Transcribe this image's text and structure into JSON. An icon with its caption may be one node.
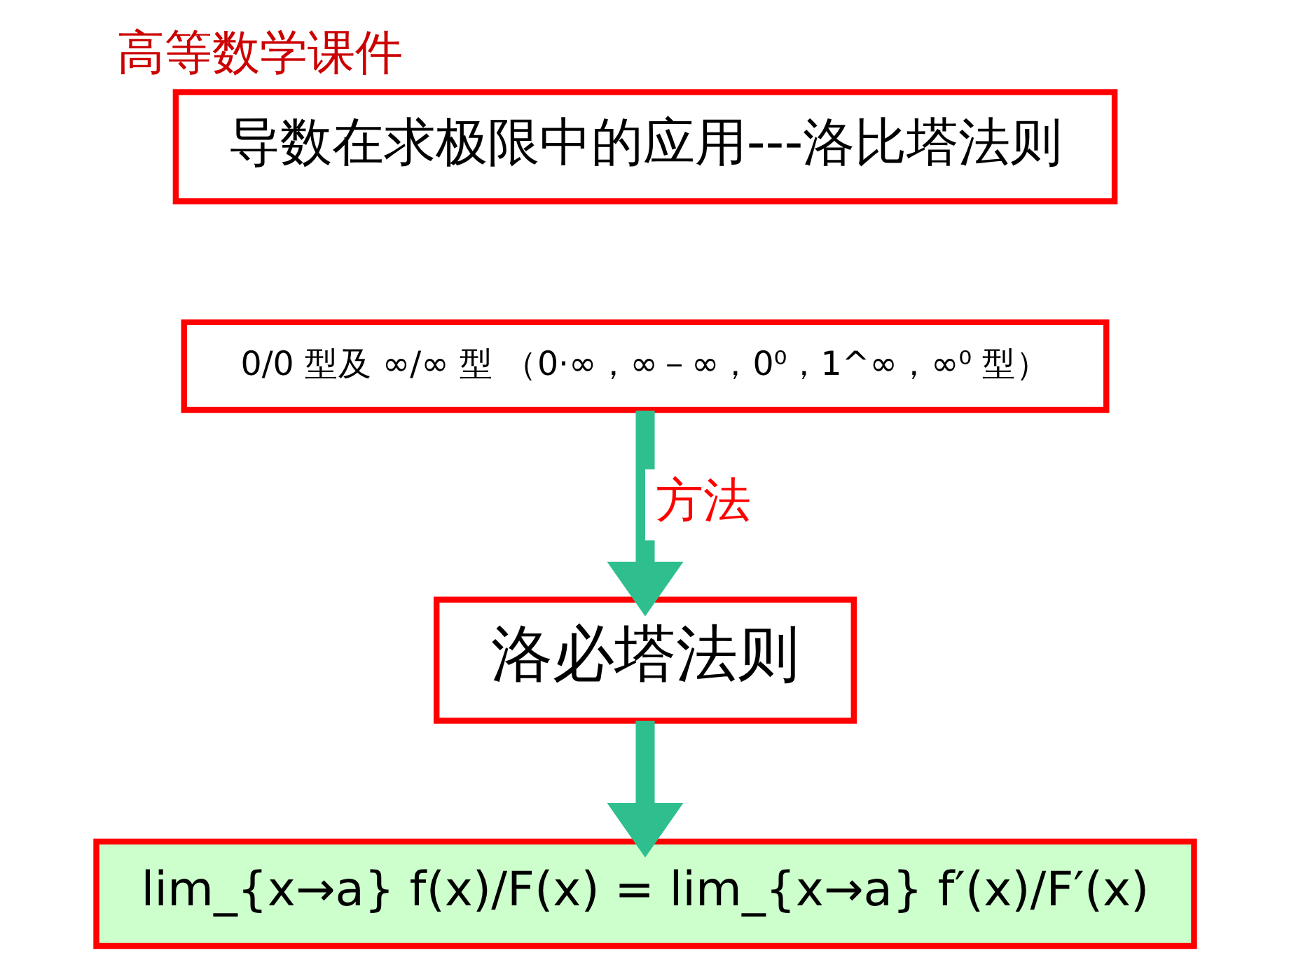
{
  "diagram": {
    "title": "高等数学课件",
    "nodes": [
      {
        "text": [
          "导数在求极限中的应用---洛比塔法则"
        ]
      },
      {
        "text": [
          "0/0 型及 ∞/∞ 型 （0·∞，∞－∞，0⁰，1^∞，∞⁰ 型）"
        ]
      },
      {
        "text": [
          "洛必塔法则"
        ]
      },
      {
        "text": [
          "lim_{x→a} f(x)/F(x) = lim_{x→a} f′(x)/F′(x)"
        ]
      }
    ],
    "edges": [
      {
        "from": 1,
        "to": 2,
        "arrow": "to",
        "label": "方法"
      },
      {
        "from": 2,
        "to": 3,
        "arrow": "to"
      }
    ]
  }
}
